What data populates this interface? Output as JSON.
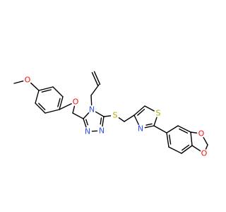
{
  "molecule": {
    "colors": {
      "bond": "#000000",
      "N": "#3050f8",
      "O": "#ff0d0d",
      "S": "#b5a800",
      "C": "#000000"
    },
    "atom_labels": [
      {
        "id": "o-methoxy",
        "text": "O",
        "element": "O"
      },
      {
        "id": "o-ether",
        "text": "O",
        "element": "O"
      },
      {
        "id": "n-triazole-4",
        "text": "N",
        "element": "N"
      },
      {
        "id": "n-triazole-1",
        "text": "N",
        "element": "N"
      },
      {
        "id": "n-triazole-2",
        "text": "N",
        "element": "N"
      },
      {
        "id": "s-thioether",
        "text": "S",
        "element": "S"
      },
      {
        "id": "s-thiazole",
        "text": "S",
        "element": "S"
      },
      {
        "id": "n-thiazole",
        "text": "N",
        "element": "N"
      },
      {
        "id": "o-dioxole-top",
        "text": "O",
        "element": "O"
      },
      {
        "id": "o-dioxole-bottom",
        "text": "O",
        "element": "O"
      }
    ]
  }
}
